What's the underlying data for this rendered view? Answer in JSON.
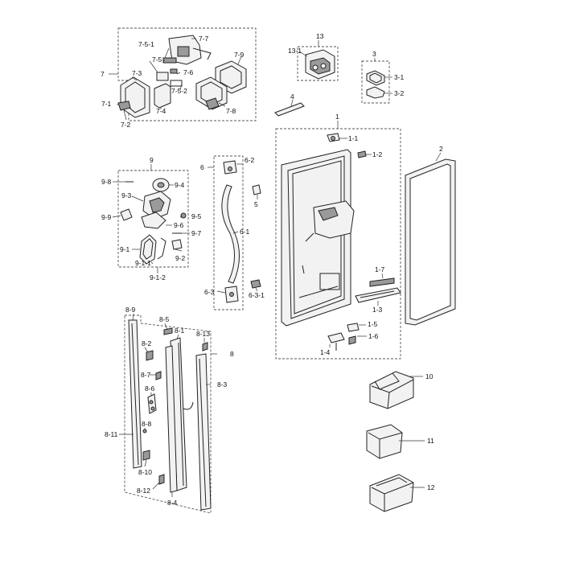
{
  "labels": {
    "g7": "7",
    "g7_1": "7-1",
    "g7_2": "7-2",
    "g7_3": "7-3",
    "g7_4": "7-4",
    "g7_5": "7-5",
    "g7_5_1": "7-5-1",
    "g7_5_2": "7-5-2",
    "g7_6": "7-6",
    "g7_7": "7-7",
    "g7_8": "7-8",
    "g7_9": "7-9",
    "g13": "13",
    "g13_1": "13-1",
    "g3": "3",
    "g3_1": "3-1",
    "g3_2": "3-2",
    "g4": "4",
    "g1": "1",
    "g1_1": "1-1",
    "g1_2": "1-2",
    "g1_3": "1-3",
    "g1_4": "1-4",
    "g1_5": "1-5",
    "g1_6": "1-6",
    "g1_7": "1-7",
    "g2": "2",
    "g5": "5",
    "g6": "6",
    "g6_1": "6-1",
    "g6_2": "6-2",
    "g6_3": "6-3",
    "g6_3_1": "6-3-1",
    "g9": "9",
    "g9_1": "9-1",
    "g9_1_1": "9-1-1",
    "g9_1_2": "9-1-2",
    "g9_2": "9-2",
    "g9_3": "9-3",
    "g9_4": "9-4",
    "g9_5": "9-5",
    "g9_6": "9-6",
    "g9_7": "9-7",
    "g9_8": "9-8",
    "g9_9": "9-9",
    "g8": "8",
    "g8_1": "8-1",
    "g8_2": "8-2",
    "g8_3": "8-3",
    "g8_4": "8-4",
    "g8_5": "8-5",
    "g8_6": "8-6",
    "g8_7": "8-7",
    "g8_8": "8-8",
    "g8_9": "8-9",
    "g8_10": "8-10",
    "g8_11": "8-11",
    "g8_12": "8-12",
    "g8_13": "8-13",
    "g10": "10",
    "g11": "11",
    "g12": "12"
  }
}
